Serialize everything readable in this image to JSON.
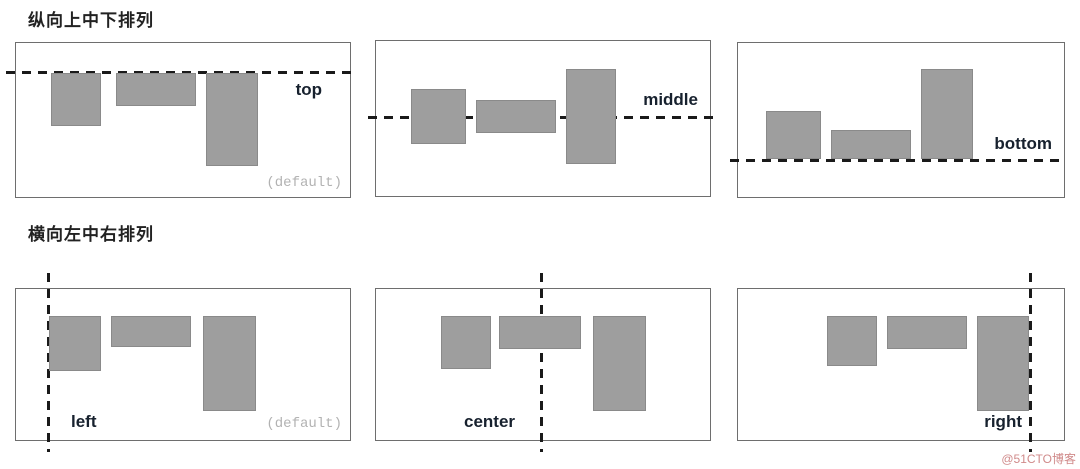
{
  "sections": [
    {
      "title": "纵向上中下排列"
    },
    {
      "title": "横向左中右排列"
    }
  ],
  "panels": [
    {
      "label": "top",
      "note": "(default)"
    },
    {
      "label": "middle"
    },
    {
      "label": "bottom"
    },
    {
      "label": "left",
      "note": "(default)"
    },
    {
      "label": "center"
    },
    {
      "label": "right"
    }
  ],
  "watermark": "@51CTO博客",
  "colors": {
    "bar": "#9e9e9e",
    "line": "#1a1a1a",
    "border": "#6e6e6e",
    "note": "#b2b2b2",
    "label": "#17212e"
  }
}
